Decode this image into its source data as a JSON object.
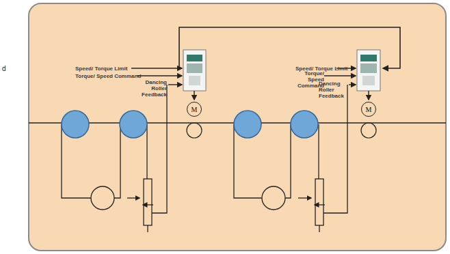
{
  "diagram": {
    "nodes": [
      {
        "text": [
          "M"
        ]
      },
      {
        "text": [
          "M"
        ]
      }
    ],
    "labels": [
      "d",
      "Speed/ Torque Limit",
      "Torque/ Speed Command",
      "Dancing Roller Feedback",
      "Speed/ Torque Limit",
      "Torque/ Speed Command",
      "Dancing Roller Feedback"
    ]
  }
}
